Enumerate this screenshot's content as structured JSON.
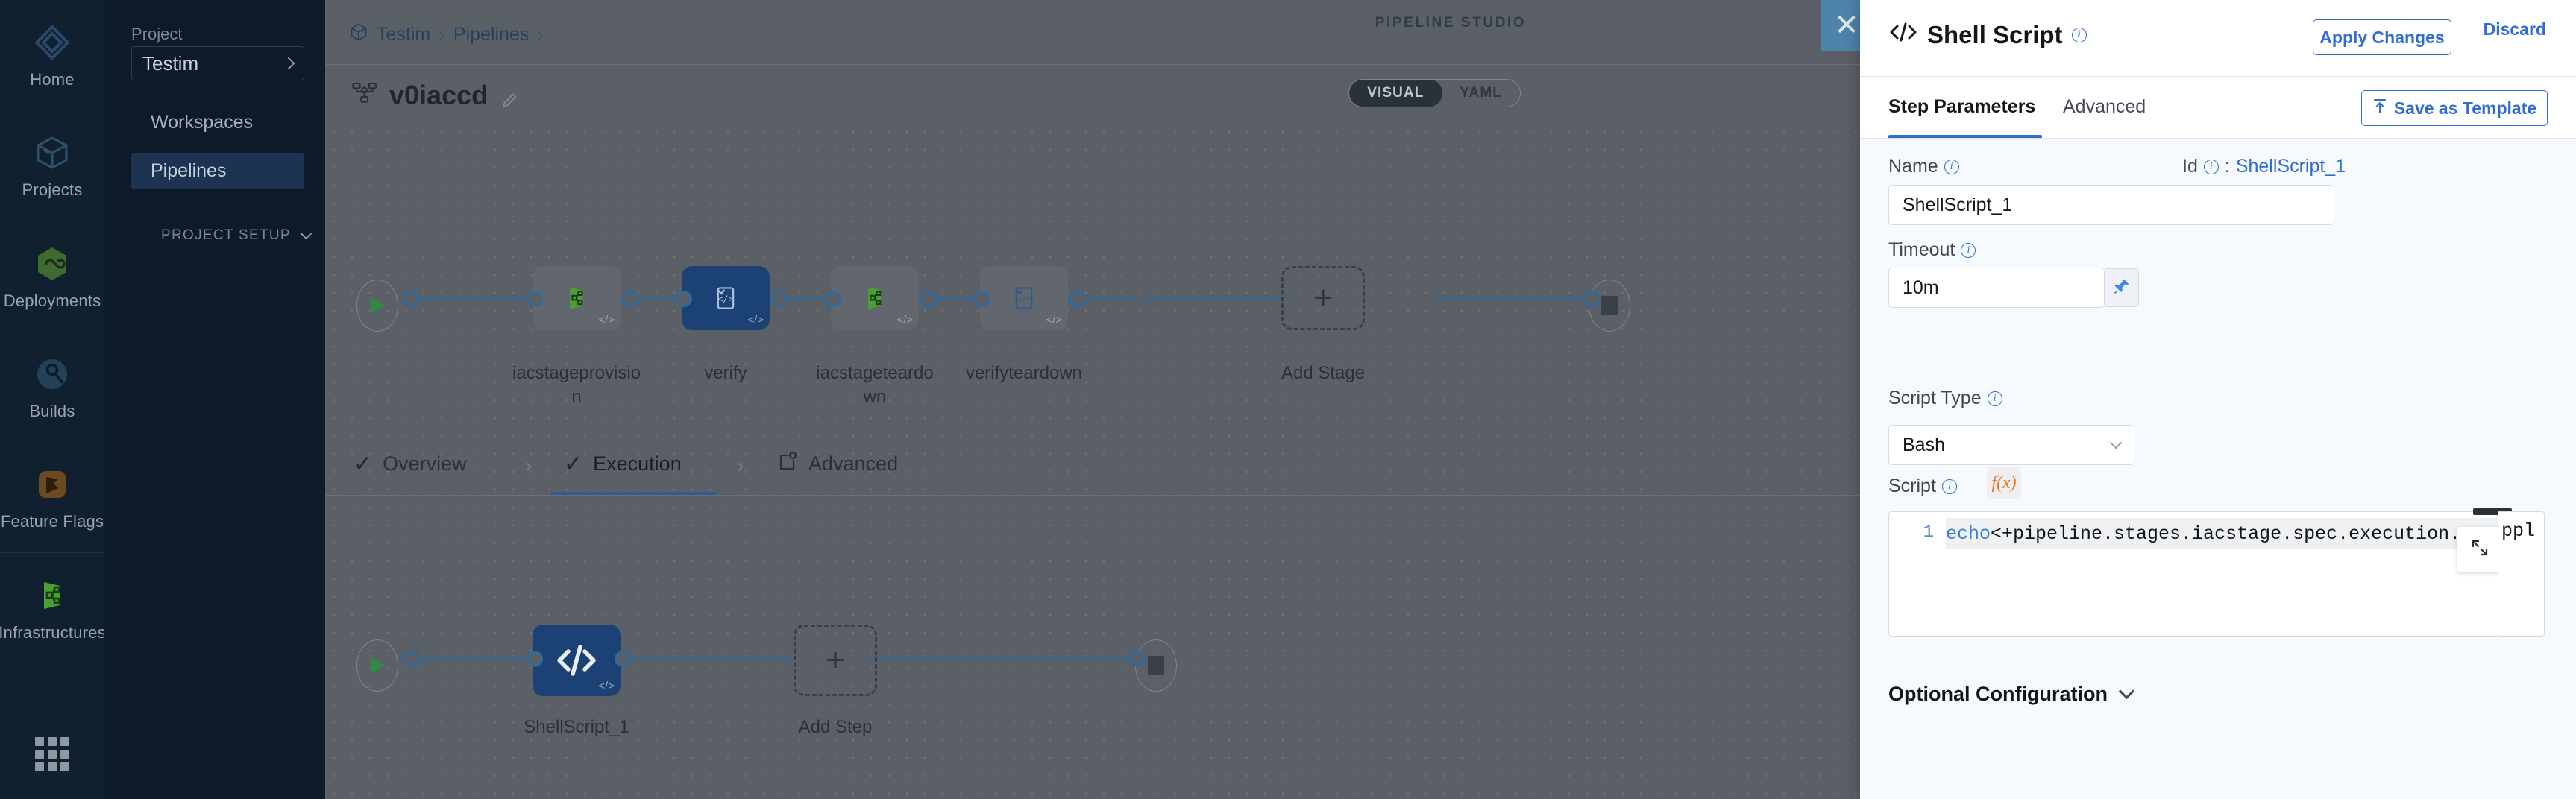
{
  "rail": {
    "items": [
      {
        "label": "Home",
        "icon": "home-diamond-icon",
        "selected": false
      },
      {
        "label": "Projects",
        "icon": "cube-icon",
        "selected": false
      },
      {
        "label": "Deployments",
        "icon": "deployments-hexagon-icon",
        "selected": false
      },
      {
        "label": "Builds",
        "icon": "builds-circle-icon",
        "selected": false
      },
      {
        "label": "Feature Flags",
        "icon": "flag-icon",
        "selected": false
      },
      {
        "label": "Infrastructures",
        "icon": "infrastructure-icon",
        "selected": false
      }
    ],
    "bottom_icon": "apps-grid-icon"
  },
  "project_panel": {
    "label": "Project",
    "selected_project": "Testim",
    "nav": [
      {
        "label": "Workspaces",
        "selected": false
      },
      {
        "label": "Pipelines",
        "selected": true
      }
    ],
    "setup_header": "PROJECT SETUP"
  },
  "topbar": {
    "breadcrumb": [
      "Testim",
      "Pipelines"
    ],
    "breadcrumb_icon": "cube-icon",
    "separator": "›",
    "studio_tag": "PIPELINE STUDIO"
  },
  "pipeline_header": {
    "icon": "pipeline-graph-icon",
    "name": "v0iaccd",
    "edit_icon": "pencil-icon",
    "view_modes": [
      {
        "label": "VISUAL",
        "active": true
      },
      {
        "label": "YAML",
        "active": false
      }
    ]
  },
  "graph": {
    "stages": [
      {
        "label": "iacstageprovisio\nn",
        "icon": "infrastructure-icon",
        "selected": false
      },
      {
        "label": "verify",
        "icon": "script-icon",
        "selected": true
      },
      {
        "label": "iacstageteardo\nwn",
        "icon": "infrastructure-icon",
        "selected": false
      },
      {
        "label": "verifyteardown",
        "icon": "script-icon",
        "selected": false
      }
    ],
    "add_stage_label": "Add Stage",
    "add_stage_icon": "plus-icon",
    "start_icon": "play-icon",
    "end_icon": "stop-icon",
    "step_tabs": [
      {
        "label": "Overview",
        "icon": "check-icon",
        "active": false
      },
      {
        "label": "Execution",
        "icon": "check-icon",
        "active": true
      },
      {
        "label": "Advanced",
        "icon": "advanced-gear-icon",
        "active": false
      }
    ],
    "steps": [
      {
        "label": "ShellScript_1",
        "icon": "code-brackets-icon",
        "selected": true
      }
    ],
    "add_step_label": "Add Step",
    "add_step_icon": "plus-icon"
  },
  "drawer": {
    "close_icon": "close-icon",
    "title": "Shell Script",
    "title_icon": "code-brackets-icon",
    "apply_label": "Apply Changes",
    "discard_label": "Discard",
    "tabs": [
      {
        "label": "Step Parameters",
        "active": true
      },
      {
        "label": "Advanced",
        "active": false
      }
    ],
    "save_template_label": "Save as Template",
    "save_template_icon": "upload-icon",
    "name_label": "Name",
    "name_value": "ShellScript_1",
    "id_label": "Id",
    "id_separator": ":",
    "id_value": "ShellScript_1",
    "timeout_label": "Timeout",
    "timeout_value": "10m",
    "pin_icon": "pin-icon",
    "script_type_label": "Script Type",
    "script_type_value": "Bash",
    "script_label": "Script",
    "fx_label": "f(x)",
    "code_line_number": "1",
    "code_keyword": "echo",
    "code_rest": " <+pipeline.stages.iacstage.spec.execution.step",
    "code_tail": "ppl",
    "expand_icon": "expand-icon",
    "optional_config_label": "Optional Configuration",
    "optional_config_icon": "chevron-down-icon"
  }
}
